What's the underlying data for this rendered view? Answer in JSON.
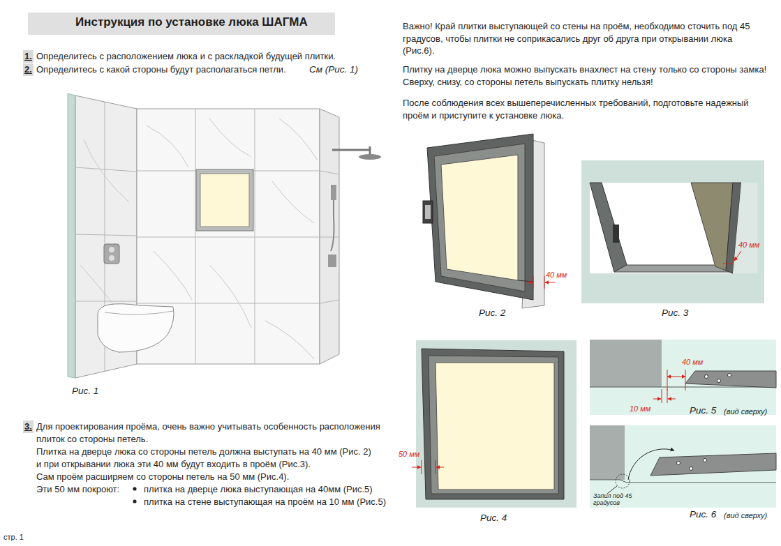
{
  "diagram": {
    "title": "Инструкция по установке люка ШАГМА",
    "labels": [
      "1.",
      "Определитесь с расположением люка и с раскладкой будущей плитки.",
      "2.",
      "Определитесь с какой стороны будут располагаться петли.",
      "См (Рис. 1)",
      "Рис. 1",
      "3.",
      "Для проектирования проёма, очень важно учитывать особенность расположения плиток со стороны петель.",
      "Плитка на дверце люка со стороны петель должна выступать на 40 мм (Рис. 2)",
      "и при открывании люка эти 40 мм будут входить в проём (Рис.3).",
      "Сам проём расширяем со стороны петель на 50 мм (Рис.4).",
      "Эти 50 мм покроют:",
      "плитка на дверце люка выступающая на 40мм (Рис.5)",
      "плитка на стене выступающая на проём на 10 мм (Рис.5)",
      "стр. 1",
      "Важно! Край плитки выступающей со стены на проём, необходимо сточить под 45 градусов, чтобы плитки не соприкасались друг об друга при открывании люка (Рис.6).",
      "Плитку на дверце люка можно выпускать внахлест на стену только со стороны замка! Сверху, снизу, со стороны петель выпускать плитку нельзя!",
      "После соблюдения всех вышеперечисленных требований, подготовьте надежный проём и приступите к установке люка.",
      "40 мм",
      "Рис. 2",
      "40 мм",
      "Рис. 3",
      "50 мм",
      "Рис. 4",
      "40 мм",
      "10 мм",
      "Рис. 5",
      "(вид сверху)",
      "Запил под 45 градусов",
      "Рис. 6",
      "(вид сверху)"
    ]
  }
}
